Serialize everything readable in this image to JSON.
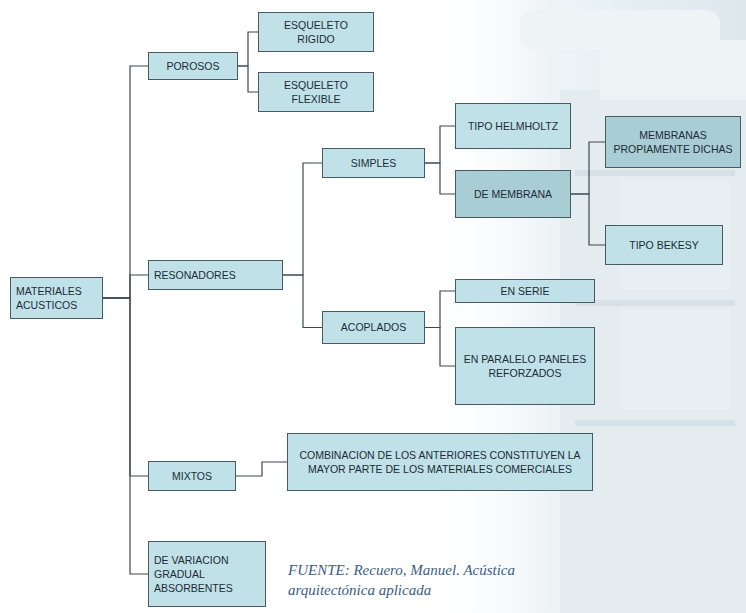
{
  "diagram": {
    "caption": "FUENTE: Recuero, Manuel. Acústica arquitectónica aplicada",
    "nodes": [
      {
        "text": [
          "MATERIALES ACUSTICOS"
        ]
      },
      {
        "text": [
          "POROSOS"
        ]
      },
      {
        "text": [
          "ESQUELETO RIGIDO"
        ]
      },
      {
        "text": [
          "ESQUELETO FLEXIBLE"
        ]
      },
      {
        "text": [
          "RESONADORES"
        ]
      },
      {
        "text": [
          "SIMPLES"
        ]
      },
      {
        "text": [
          "TIPO HELMHOLTZ"
        ]
      },
      {
        "text": [
          "DE MEMBRANA"
        ]
      },
      {
        "text": [
          "MEMBRANAS PROPIAMENTE DICHAS"
        ]
      },
      {
        "text": [
          "TIPO BEKESY"
        ]
      },
      {
        "text": [
          "ACOPLADOS"
        ]
      },
      {
        "text": [
          "EN SERIE"
        ]
      },
      {
        "text": [
          "EN PARALELO PANELES REFORZADOS"
        ]
      },
      {
        "text": [
          "MIXTOS"
        ]
      },
      {
        "text": [
          "COMBINACION DE LOS ANTERIORES CONSTITUYEN LA MAYOR PARTE DE LOS MATERIALES COMERCIALES"
        ]
      },
      {
        "text": [
          "DE VARIACION GRADUAL ABSORBENTES"
        ]
      }
    ],
    "edges": [
      {
        "from": 0,
        "to": 1,
        "arrow": "none"
      },
      {
        "from": 0,
        "to": 4,
        "arrow": "none"
      },
      {
        "from": 0,
        "to": 13,
        "arrow": "none"
      },
      {
        "from": 0,
        "to": 15,
        "arrow": "none"
      },
      {
        "from": 1,
        "to": 2,
        "arrow": "none"
      },
      {
        "from": 1,
        "to": 3,
        "arrow": "none"
      },
      {
        "from": 4,
        "to": 5,
        "arrow": "none"
      },
      {
        "from": 4,
        "to": 10,
        "arrow": "none"
      },
      {
        "from": 5,
        "to": 6,
        "arrow": "none"
      },
      {
        "from": 5,
        "to": 7,
        "arrow": "none"
      },
      {
        "from": 7,
        "to": 8,
        "arrow": "none"
      },
      {
        "from": 7,
        "to": 9,
        "arrow": "none"
      },
      {
        "from": 10,
        "to": 11,
        "arrow": "none"
      },
      {
        "from": 10,
        "to": 12,
        "arrow": "none"
      },
      {
        "from": 13,
        "to": 14,
        "arrow": "none"
      }
    ]
  }
}
